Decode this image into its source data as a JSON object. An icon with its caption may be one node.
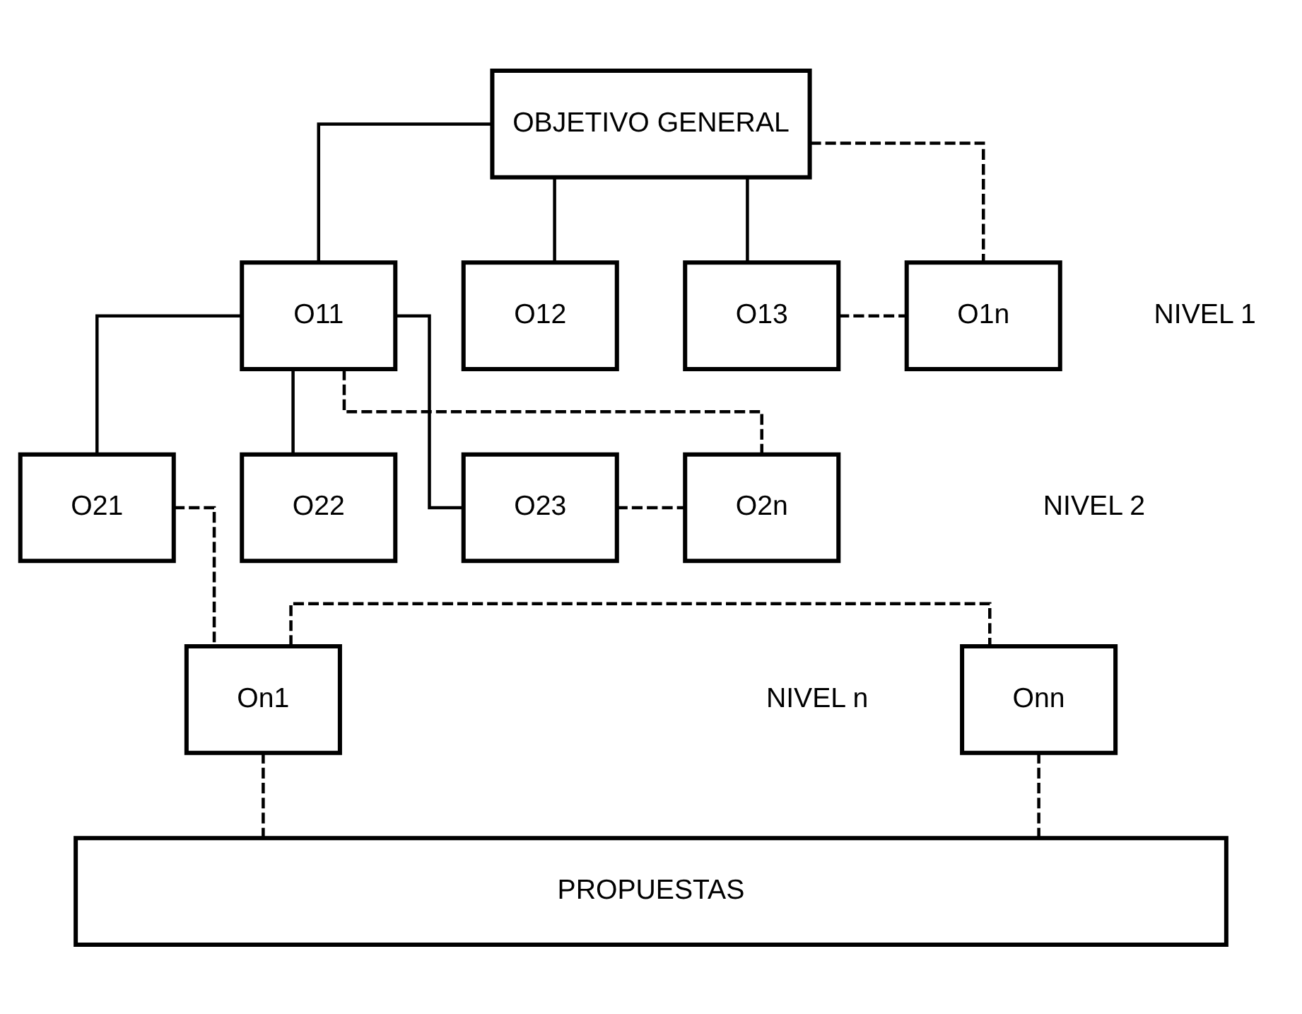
{
  "diagram": {
    "nodes": [
      {
        "text": [
          "OBJETIVO GENERAL"
        ]
      },
      {
        "text": [
          "O11"
        ]
      },
      {
        "text": [
          "O12"
        ]
      },
      {
        "text": [
          "O13"
        ]
      },
      {
        "text": [
          "O1n"
        ]
      },
      {
        "text": [
          "O21"
        ]
      },
      {
        "text": [
          "O22"
        ]
      },
      {
        "text": [
          "O23"
        ]
      },
      {
        "text": [
          "O2n"
        ]
      },
      {
        "text": [
          "On1"
        ]
      },
      {
        "text": [
          "Onn"
        ]
      },
      {
        "text": [
          "PROPUESTAS"
        ]
      }
    ],
    "edges": [
      {
        "from": 0,
        "to": 1,
        "arrow": "none"
      },
      {
        "from": 0,
        "to": 2,
        "arrow": "none"
      },
      {
        "from": 0,
        "to": 3,
        "arrow": "none"
      },
      {
        "from": 0,
        "to": 4,
        "arrow": "none",
        "style": "dashed"
      },
      {
        "from": 3,
        "to": 4,
        "arrow": "none",
        "style": "dashed"
      },
      {
        "from": 1,
        "to": 5,
        "arrow": "none"
      },
      {
        "from": 1,
        "to": 6,
        "arrow": "none"
      },
      {
        "from": 1,
        "to": 7,
        "arrow": "none"
      },
      {
        "from": 1,
        "to": 8,
        "arrow": "none",
        "style": "dashed"
      },
      {
        "from": 7,
        "to": 8,
        "arrow": "none",
        "style": "dashed"
      },
      {
        "from": 5,
        "to": 9,
        "arrow": "none",
        "style": "dashed"
      },
      {
        "from": 9,
        "to": 10,
        "arrow": "none",
        "style": "dashed"
      },
      {
        "from": 9,
        "to": 11,
        "arrow": "none",
        "style": "dashed"
      },
      {
        "from": 10,
        "to": 11,
        "arrow": "none",
        "style": "dashed"
      }
    ],
    "labels": [
      "NIVEL 1",
      "NIVEL 2",
      "NIVEL n"
    ]
  }
}
